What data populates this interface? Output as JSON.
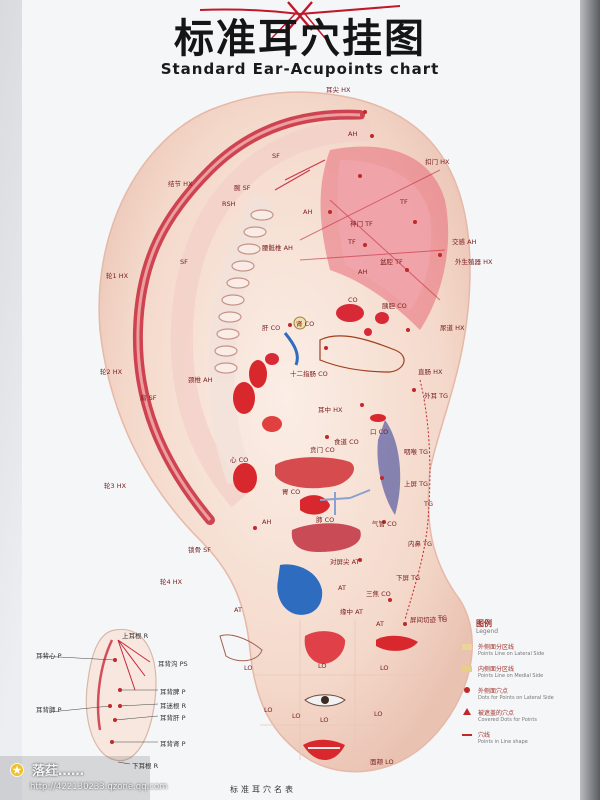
{
  "poster": {
    "title_cn": "标准耳穴挂图",
    "title_en": "Standard Ear-Acupoints chart",
    "bottom_title": "标准耳穴名表"
  },
  "point_labels": [
    {
      "id": "top-hx",
      "text": "耳尖 HX"
    },
    {
      "id": "ah-top",
      "text": "AH"
    },
    {
      "id": "sf-top",
      "text": "SF"
    },
    {
      "id": "kou-hx",
      "text": "扣门 HX"
    },
    {
      "id": "jie-hx",
      "text": "结节 HX"
    },
    {
      "id": "wan-sf",
      "text": "腕 SF"
    },
    {
      "id": "rsh",
      "text": "RSH"
    },
    {
      "id": "ah-mid",
      "text": "AH"
    },
    {
      "id": "tf1",
      "text": "神门 TF"
    },
    {
      "id": "tf2",
      "text": "TF"
    },
    {
      "id": "hx-lun1",
      "text": "轮1 HX"
    },
    {
      "id": "sf-elbow",
      "text": "SF"
    },
    {
      "id": "ah-spine",
      "text": "腰骶椎 AH"
    },
    {
      "id": "tf3",
      "text": "TF"
    },
    {
      "id": "tf4",
      "text": "盆腔 TF"
    },
    {
      "id": "ah-r",
      "text": "交感 AH"
    },
    {
      "id": "hx-waisheng",
      "text": "外生殖器 HX"
    },
    {
      "id": "ah-low",
      "text": "AH"
    },
    {
      "id": "co-a",
      "text": "CO"
    },
    {
      "id": "co-b",
      "text": "胰胆 CO"
    },
    {
      "id": "co-c",
      "text": "肾 CO"
    },
    {
      "id": "co-d",
      "text": "肝 CO"
    },
    {
      "id": "hx-niao",
      "text": "尿道 HX"
    },
    {
      "id": "hx-lun2",
      "text": "轮2 HX"
    },
    {
      "id": "co-shier",
      "text": "十二指肠 CO"
    },
    {
      "id": "hx-zhichang",
      "text": "直肠 HX"
    },
    {
      "id": "sf-shoulder",
      "text": "肩 SF"
    },
    {
      "id": "ah-neck",
      "text": "颈椎 AH"
    },
    {
      "id": "hx-erzhong",
      "text": "耳中 HX"
    },
    {
      "id": "tg-ping",
      "text": "外耳 TG"
    },
    {
      "id": "co-kou",
      "text": "口 CO"
    },
    {
      "id": "co-shidao",
      "text": "食道 CO"
    },
    {
      "id": "co-benmen",
      "text": "贲门 CO"
    },
    {
      "id": "tg-yanhou",
      "text": "咽喉 TG"
    },
    {
      "id": "tg-shang",
      "text": "上屏 TG"
    },
    {
      "id": "hx-lun3",
      "text": "轮3 HX"
    },
    {
      "id": "co-wei",
      "text": "胃 CO"
    },
    {
      "id": "tg-ping2",
      "text": "TG"
    },
    {
      "id": "co-feng",
      "text": "肺 CO"
    },
    {
      "id": "co-qi",
      "text": "气管 CO"
    },
    {
      "id": "tg-xia",
      "text": "下屏 TG"
    },
    {
      "id": "tg-nei",
      "text": "内鼻 TG"
    },
    {
      "id": "ah-jiao",
      "text": "AH"
    },
    {
      "id": "sf-suo",
      "text": "锁骨 SF"
    },
    {
      "id": "co-xin",
      "text": "心 CO"
    },
    {
      "id": "at-a",
      "text": "对屏尖 AT"
    },
    {
      "id": "at-b",
      "text": "AT"
    },
    {
      "id": "hx-lun4",
      "text": "轮4 HX"
    },
    {
      "id": "at-c",
      "text": "AT"
    },
    {
      "id": "co-san",
      "text": "三焦 CO"
    },
    {
      "id": "tg-pingjian",
      "text": "TG"
    },
    {
      "id": "at-d",
      "text": "AT"
    },
    {
      "id": "at-nao",
      "text": "缘中 AT"
    },
    {
      "id": "tg-jianqi",
      "text": "屏间切迹 TG"
    },
    {
      "id": "lo-a",
      "text": "LO"
    },
    {
      "id": "lo-b",
      "text": "LO"
    },
    {
      "id": "lo-c",
      "text": "LO"
    },
    {
      "id": "lo-d",
      "text": "LO"
    },
    {
      "id": "lo-e",
      "text": "LO"
    },
    {
      "id": "lo-f",
      "text": "LO"
    },
    {
      "id": "lo-g",
      "text": "LO"
    },
    {
      "id": "lo-h",
      "text": "面颊 LO"
    },
    {
      "id": "back-r1",
      "text": "上耳根 R"
    },
    {
      "id": "back-p1",
      "text": "耳背心 P"
    },
    {
      "id": "back-ps",
      "text": "耳背沟 PS"
    },
    {
      "id": "back-p2",
      "text": "耳背肺 P"
    },
    {
      "id": "back-p3",
      "text": "耳背脾 P"
    },
    {
      "id": "back-r2",
      "text": "耳迷根 R"
    },
    {
      "id": "back-p4",
      "text": "耳背肝 P"
    },
    {
      "id": "back-p5",
      "text": "耳背肾 P"
    },
    {
      "id": "back-r3",
      "text": "下耳根 R"
    }
  ],
  "legend": {
    "title": "图例",
    "subtitle": "Legend",
    "rows": [
      {
        "cn": "外侧面分区线",
        "en": "Points Line on Lateral Side",
        "color": "#e8d59a"
      },
      {
        "cn": "内侧面分区线",
        "en": "Points Line on Medial Side",
        "color": "#e8cf88"
      },
      {
        "cn": "外侧面穴点",
        "en": "Dots for Points on Lateral Side",
        "color": "#c0282a"
      },
      {
        "cn": "被遮盖的穴点",
        "en": "Covered Dots for Points",
        "color": "#c0282a"
      },
      {
        "cn": "穴线",
        "en": "Points in Line shape",
        "color": "#c0282a"
      }
    ]
  },
  "watermark": {
    "name": "落荭……",
    "url": "http://422130233.qzone.qq.com"
  },
  "colors": {
    "poster_bg": "#f5f6f8",
    "ear_skin": "#f3ddd0",
    "helix_red": "#c8283a",
    "accent_red": "#d12a3a",
    "blue": "#2e6cc0",
    "purple": "#6a6aa8"
  }
}
